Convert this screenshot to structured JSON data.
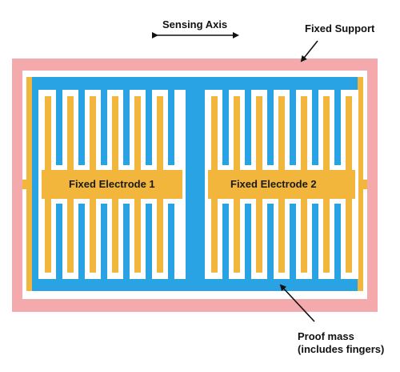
{
  "labels": {
    "sensing_axis": "Sensing Axis",
    "fixed_support": "Fixed Support",
    "electrode_1": "Fixed Electrode 1",
    "electrode_2": "Fixed Electrode 2",
    "proof_mass_line1": "Proof mass",
    "proof_mass_line2": "(includes fingers)"
  },
  "colors": {
    "support": "#f4a9ad",
    "proof_mass": "#29a3e4",
    "electrode": "#f2b63c",
    "gap": "#ffffff",
    "arrow": "#111111"
  }
}
